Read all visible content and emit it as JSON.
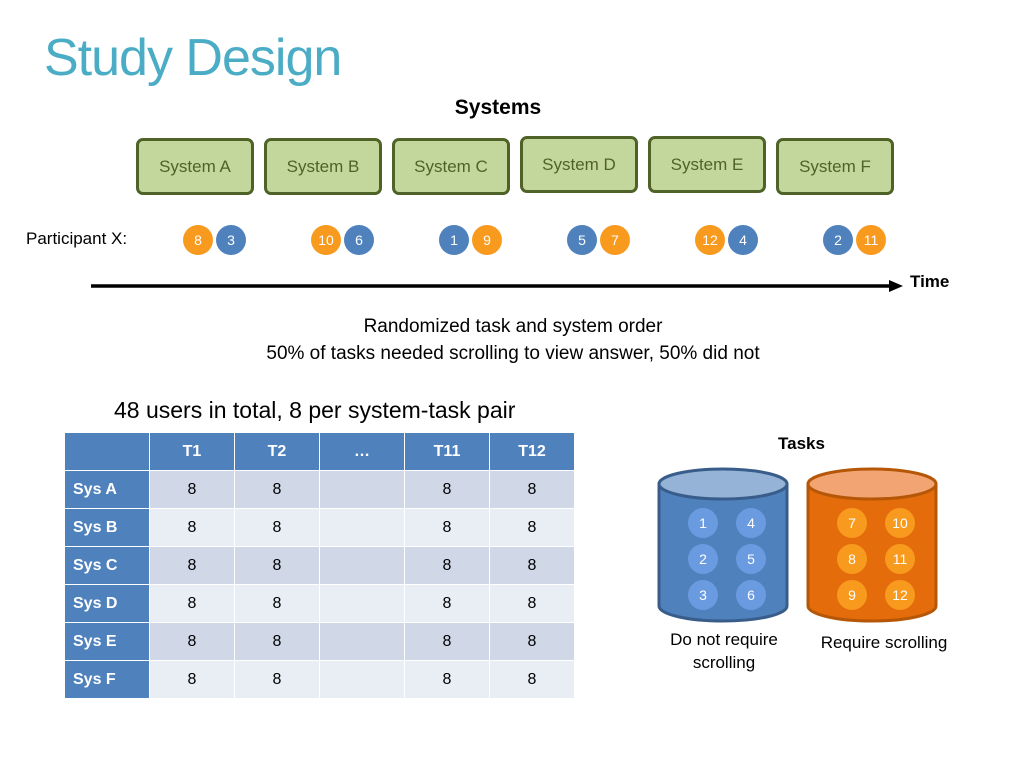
{
  "title": "Study Design",
  "systems_heading": "Systems",
  "systems": [
    {
      "label": "System A",
      "tasks": [
        {
          "n": "8",
          "color": "orange"
        },
        {
          "n": "3",
          "color": "blue"
        }
      ]
    },
    {
      "label": "System B",
      "tasks": [
        {
          "n": "10",
          "color": "orange"
        },
        {
          "n": "6",
          "color": "blue"
        }
      ]
    },
    {
      "label": "System C",
      "tasks": [
        {
          "n": "1",
          "color": "blue"
        },
        {
          "n": "9",
          "color": "orange"
        }
      ]
    },
    {
      "label": "System D",
      "tasks": [
        {
          "n": "5",
          "color": "blue"
        },
        {
          "n": "7",
          "color": "orange"
        }
      ]
    },
    {
      "label": "System E",
      "tasks": [
        {
          "n": "12",
          "color": "orange"
        },
        {
          "n": "4",
          "color": "blue"
        }
      ]
    },
    {
      "label": "System F",
      "tasks": [
        {
          "n": "2",
          "color": "blue"
        },
        {
          "n": "11",
          "color": "orange"
        }
      ]
    }
  ],
  "participant_label": "Participant X:",
  "time_label": "Time",
  "notes": [
    "Randomized task and system order",
    "50% of tasks needed scrolling to view answer, 50% did not"
  ],
  "users_caption": "48 users in total, 8 per system-task pair",
  "table": {
    "columns": [
      "",
      "T1",
      "T2",
      "…",
      "T11",
      "T12"
    ],
    "rows": [
      {
        "label": "Sys A",
        "cells": [
          "8",
          "8",
          "",
          "8",
          "8"
        ]
      },
      {
        "label": "Sys B",
        "cells": [
          "8",
          "8",
          "",
          "8",
          "8"
        ]
      },
      {
        "label": "Sys C",
        "cells": [
          "8",
          "8",
          "",
          "8",
          "8"
        ]
      },
      {
        "label": "Sys D",
        "cells": [
          "8",
          "8",
          "",
          "8",
          "8"
        ]
      },
      {
        "label": "Sys E",
        "cells": [
          "8",
          "8",
          "",
          "8",
          "8"
        ]
      },
      {
        "label": "Sys F",
        "cells": [
          "8",
          "8",
          "",
          "8",
          "8"
        ]
      }
    ]
  },
  "tasks_heading": "Tasks",
  "task_groups": [
    {
      "label_lines": [
        "Do not require",
        "scrolling"
      ],
      "items": [
        "1",
        "4",
        "2",
        "5",
        "3",
        "6"
      ],
      "body_color": "#4f81bd",
      "top_color": "#95b3d7",
      "stroke": "#385d8a",
      "circle_color": "#6a9be0"
    },
    {
      "label_lines": [
        "Require scrolling"
      ],
      "items": [
        "7",
        "10",
        "8",
        "11",
        "9",
        "12"
      ],
      "body_color": "#e46c0a",
      "top_color": "#f2a572",
      "stroke": "#b65708",
      "circle_color": "#f79a1e"
    }
  ],
  "colors": {
    "orange": "#f79a1e",
    "blue": "#4f81bd",
    "title": "#4bacc6",
    "system_fill": "#c3d69b",
    "system_stroke": "#4f6228"
  }
}
